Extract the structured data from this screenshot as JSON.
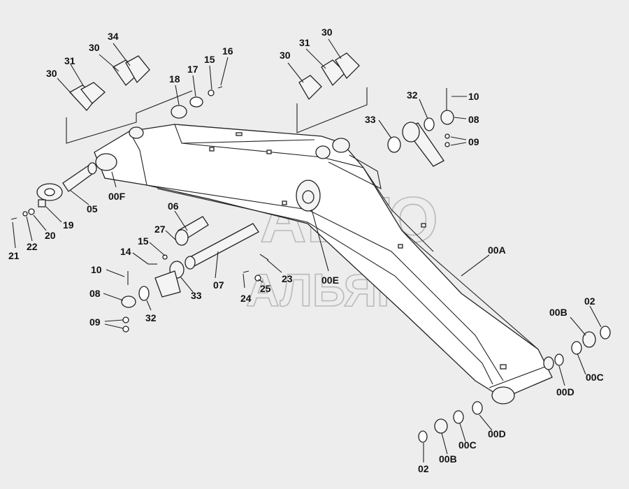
{
  "watermark": {
    "line1": "АВТО",
    "line2": "АЛЬЯНС"
  },
  "labels": [
    "30",
    "31",
    "30",
    "34",
    "18",
    "17",
    "15",
    "16",
    "30",
    "31",
    "30",
    "32",
    "10",
    "33",
    "08",
    "09",
    "05",
    "00F",
    "19",
    "20",
    "21",
    "22",
    "06",
    "27",
    "15",
    "14",
    "10",
    "07",
    "33",
    "08",
    "09",
    "32",
    "23",
    "00E",
    "24",
    "25",
    "00A",
    "00B",
    "02",
    "00C",
    "00D",
    "02",
    "00B",
    "00C",
    "00D"
  ]
}
